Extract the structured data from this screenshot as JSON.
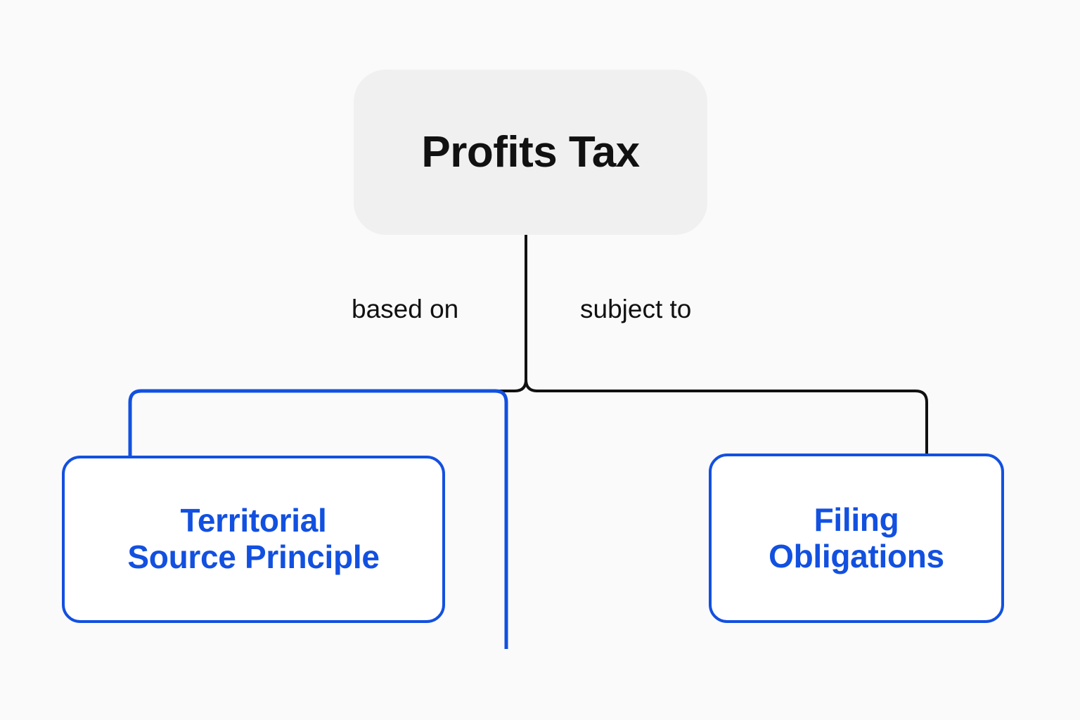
{
  "diagram": {
    "type": "tree",
    "background_color": "#fafafa",
    "root": {
      "label": "Profits Tax",
      "fill_color": "#f0f0f0",
      "text_color": "#111111"
    },
    "edge_labels": {
      "left": "based on",
      "right": "subject to"
    },
    "children": [
      {
        "label": "Territorial\nSource Principle",
        "relation": "based on",
        "border_color": "#1250e0",
        "text_color": "#1250e0",
        "fill_color": "#ffffff"
      },
      {
        "label": "Filing\nObligations",
        "relation": "subject to",
        "border_color": "#1250e0",
        "text_color": "#1250e0",
        "fill_color": "#ffffff"
      }
    ],
    "connectors": {
      "trunk_color": "#111111",
      "branch_color": "#1250e0"
    }
  }
}
